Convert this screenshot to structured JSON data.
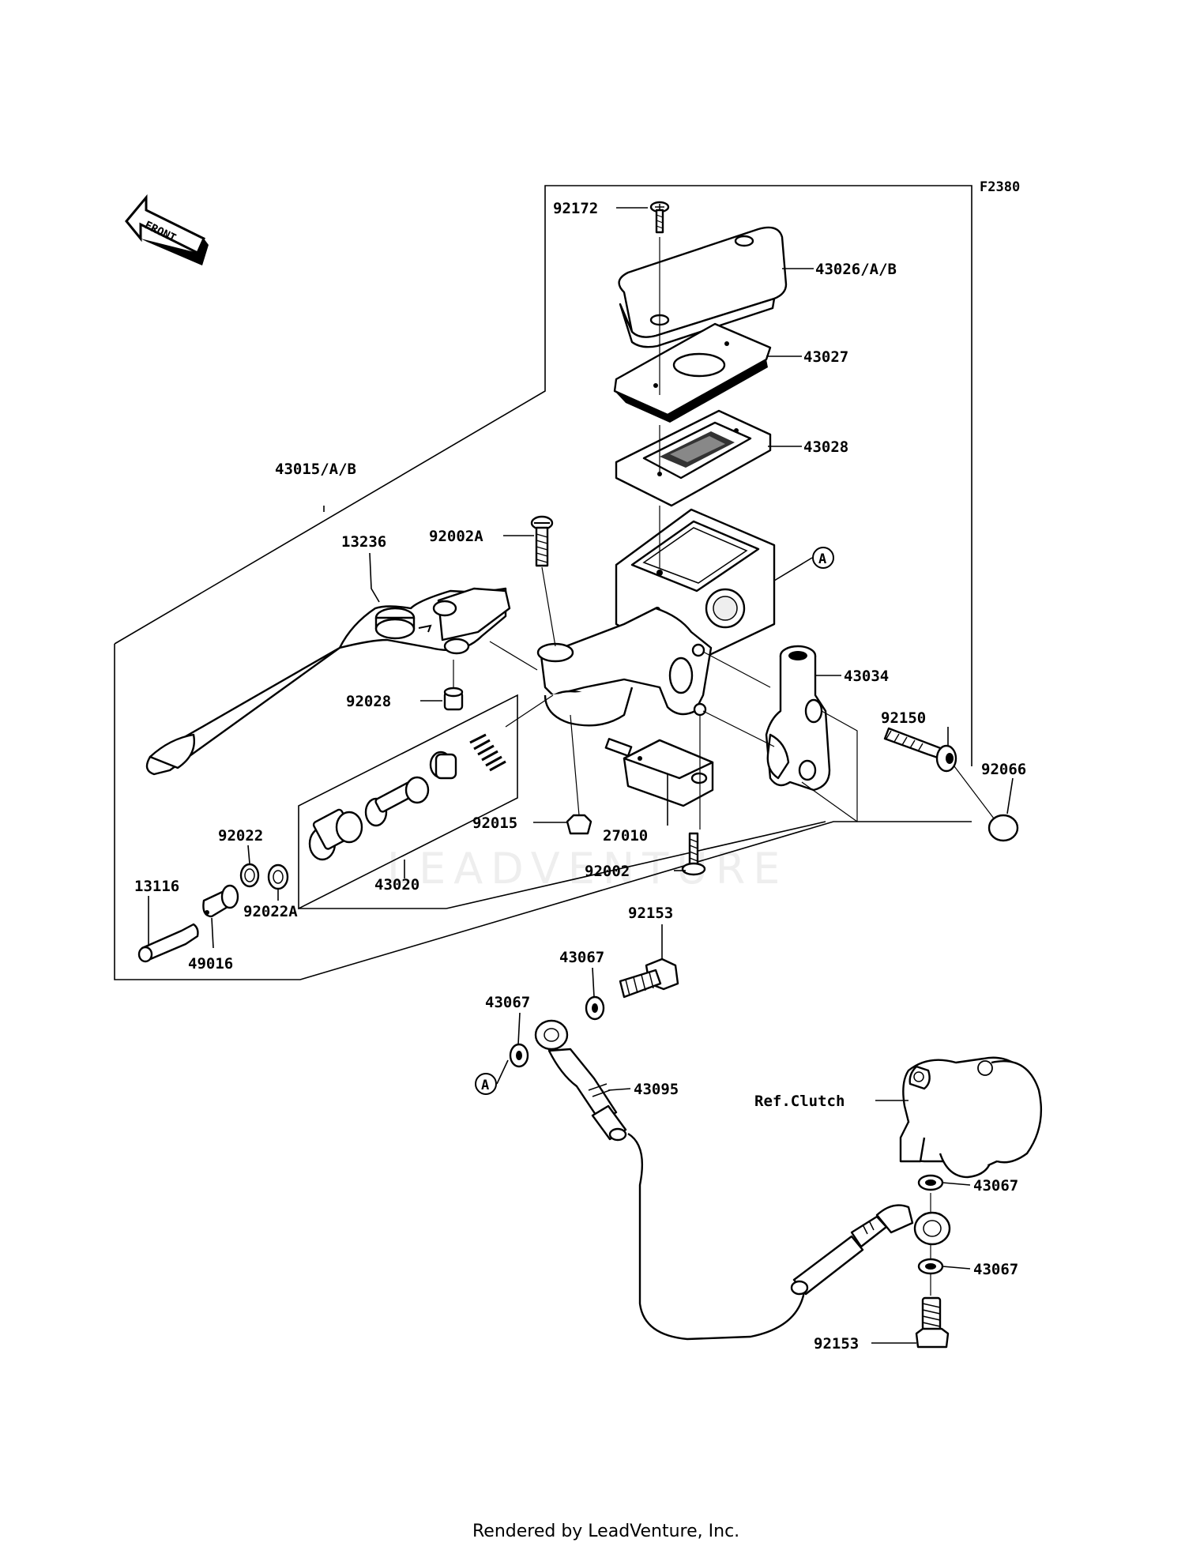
{
  "diagram": {
    "figure_code": "F2380",
    "front_arrow_label": "FRONT",
    "watermark": "LEADVENTURE",
    "footer": "Rendered by LeadVenture, Inc.",
    "ref_marker": "A",
    "parts": [
      {
        "id": "p92172",
        "label": "92172"
      },
      {
        "id": "p43026",
        "label": "43026/A/B"
      },
      {
        "id": "p43027",
        "label": "43027"
      },
      {
        "id": "p43028",
        "label": "43028"
      },
      {
        "id": "p43015",
        "label": "43015/A/B"
      },
      {
        "id": "p13236",
        "label": "13236"
      },
      {
        "id": "p92002A",
        "label": "92002A"
      },
      {
        "id": "p43034",
        "label": "43034"
      },
      {
        "id": "p92028",
        "label": "92028"
      },
      {
        "id": "p92150",
        "label": "92150"
      },
      {
        "id": "p92066",
        "label": "92066"
      },
      {
        "id": "p92015",
        "label": "92015"
      },
      {
        "id": "p27010",
        "label": "27010"
      },
      {
        "id": "p92022",
        "label": "92022"
      },
      {
        "id": "p92002",
        "label": "92002"
      },
      {
        "id": "p13116",
        "label": "13116"
      },
      {
        "id": "p43020",
        "label": "43020"
      },
      {
        "id": "p92022A",
        "label": "92022A"
      },
      {
        "id": "p49016",
        "label": "49016"
      },
      {
        "id": "p92153a",
        "label": "92153"
      },
      {
        "id": "p43067a",
        "label": "43067"
      },
      {
        "id": "p43067b",
        "label": "43067"
      },
      {
        "id": "p43095",
        "label": "43095"
      },
      {
        "id": "pRefClutch",
        "label": "Ref.Clutch"
      },
      {
        "id": "p43067c",
        "label": "43067"
      },
      {
        "id": "p43067d",
        "label": "43067"
      },
      {
        "id": "p92153b",
        "label": "92153"
      }
    ]
  }
}
